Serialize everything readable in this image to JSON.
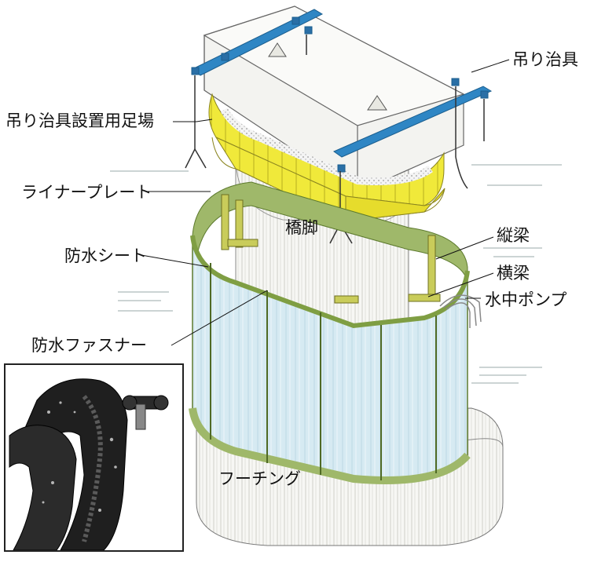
{
  "labels": {
    "hanging_jig": "吊り治具",
    "jig_scaffold": "吊り治具設置用足場",
    "liner_plate": "ライナープレート",
    "pier": "橋脚",
    "longitudinal_beam": "縦梁",
    "waterproof_sheet": "防水シート",
    "cross_beam": "横梁",
    "submersible_pump": "水中ポンプ",
    "waterproof_fastener": "防水ファスナー",
    "footing": "フーチング"
  },
  "colors": {
    "jig": "#2f86c4",
    "scaffold": "#f0e93a",
    "liner_green": "#9fb86a",
    "sheet": "#d8ecf3",
    "leader": "#111111"
  },
  "icons": [
    "hanging-jig-icon",
    "crane-hook-icon",
    "zipper-photo-icon"
  ]
}
